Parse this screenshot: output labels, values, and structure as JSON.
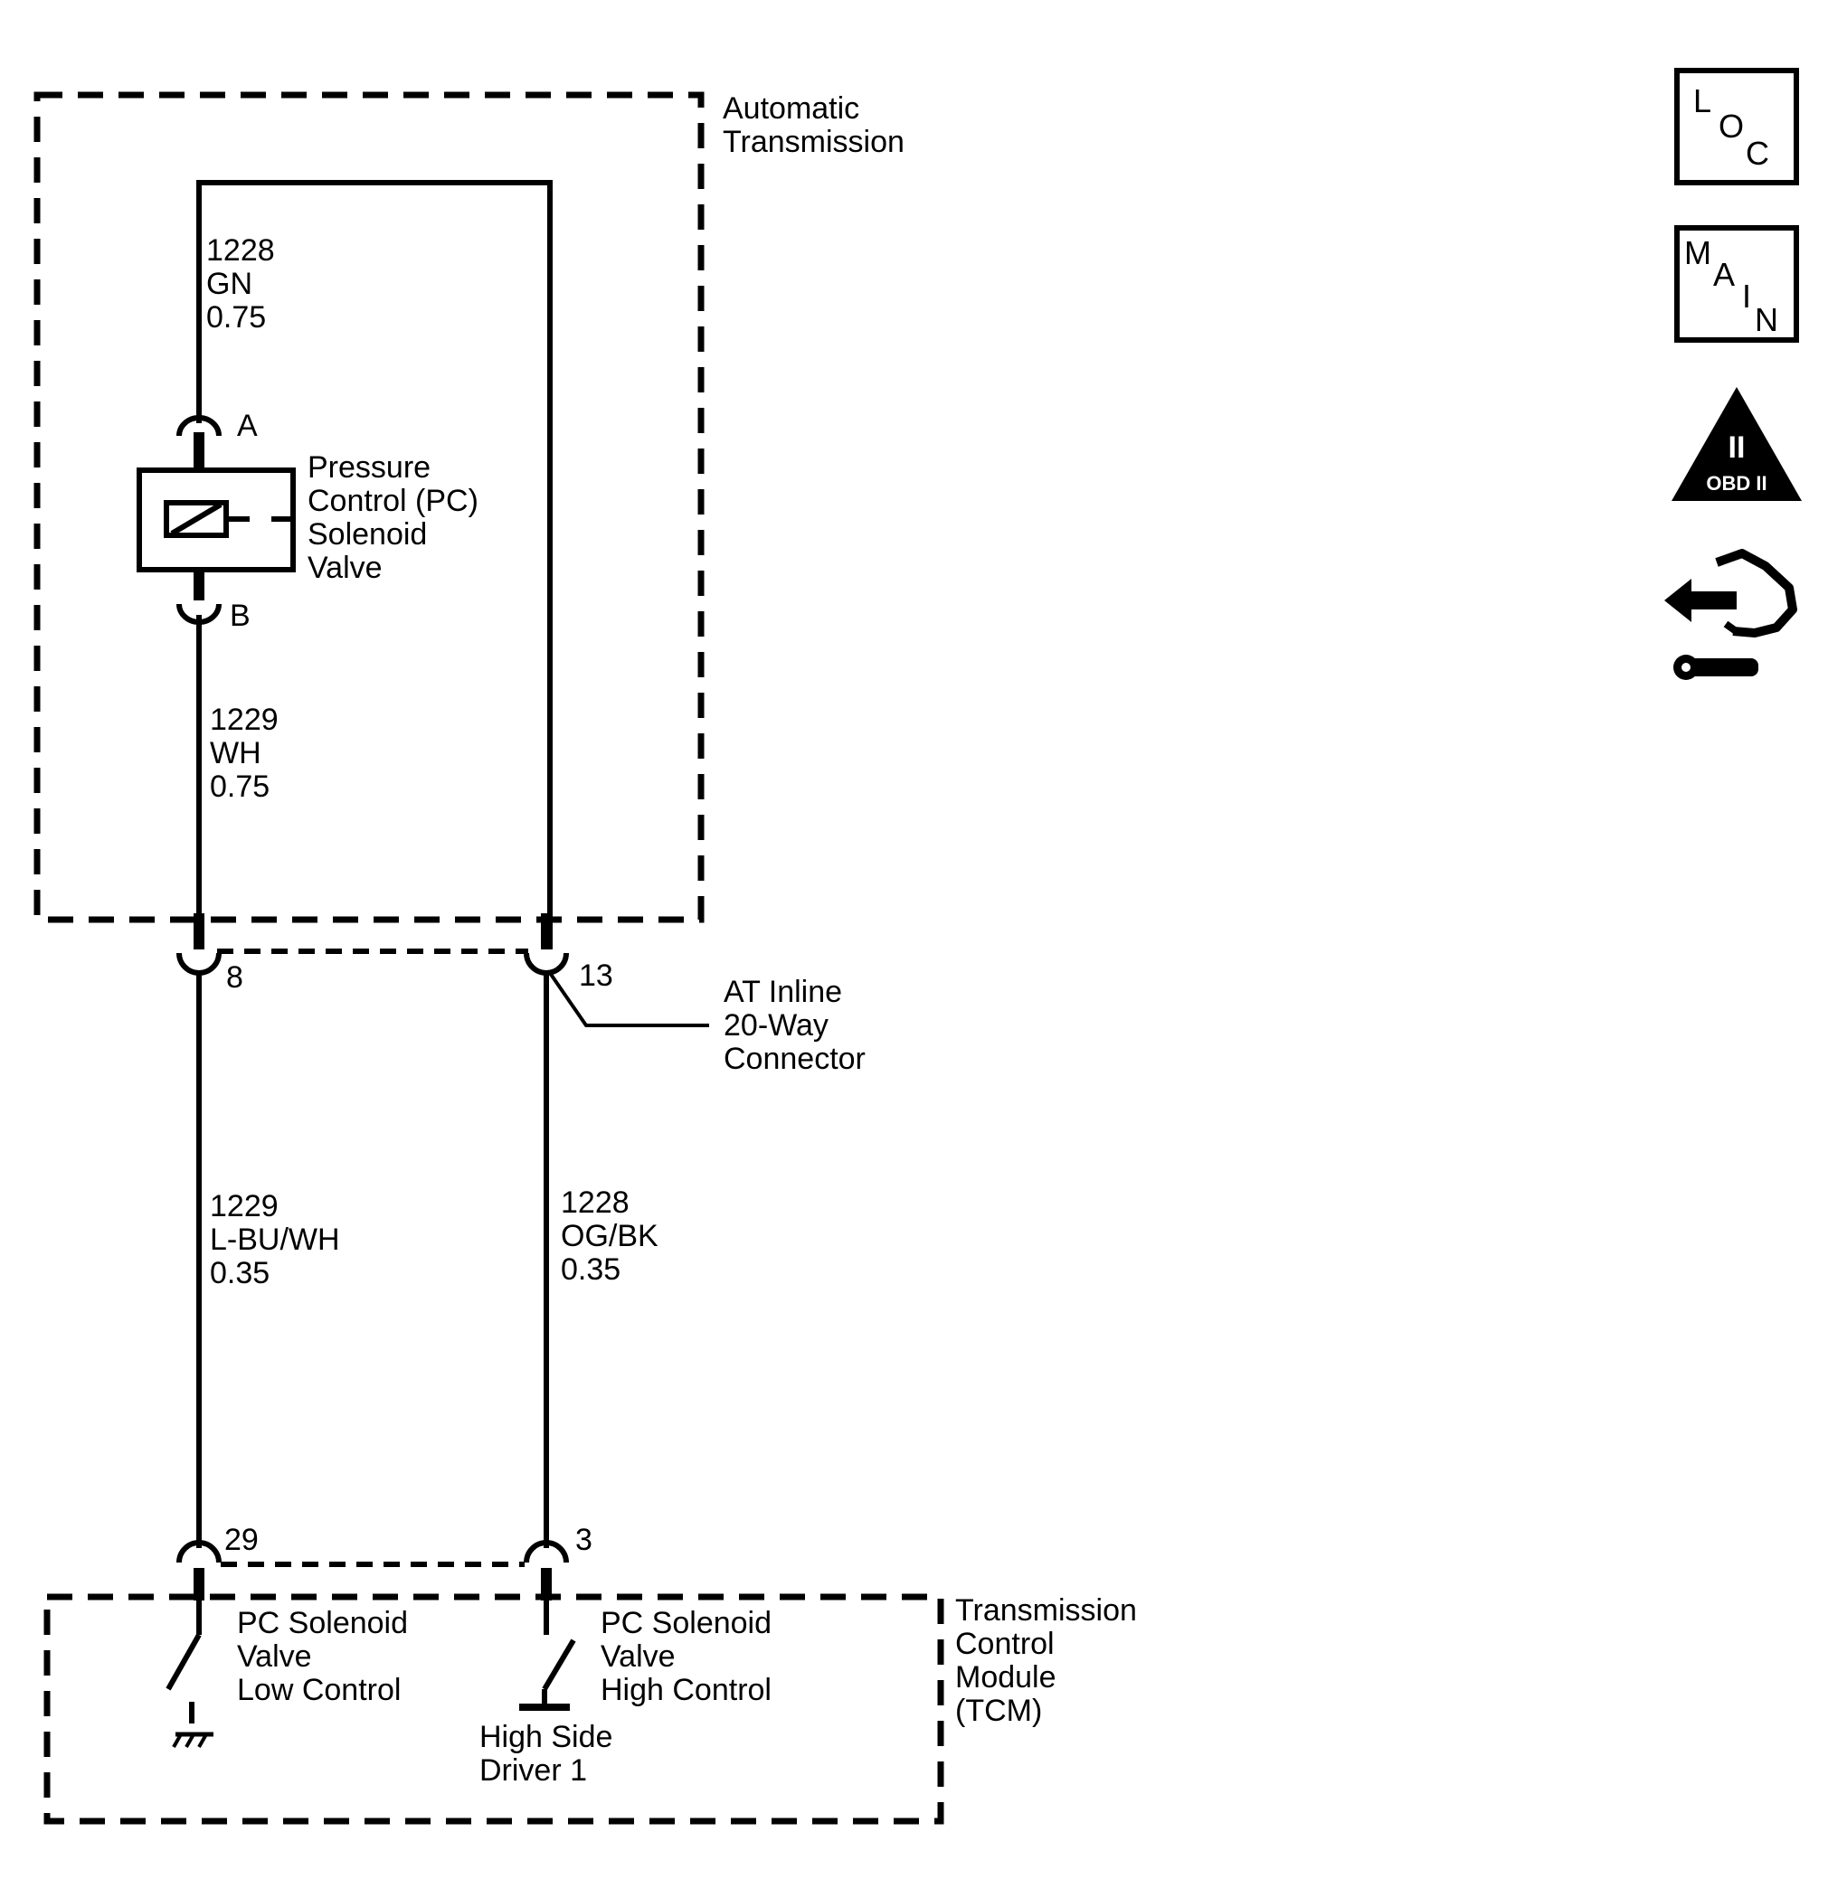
{
  "components": {
    "transmission": {
      "line1": "Automatic",
      "line2": "Transmission"
    },
    "solenoid": {
      "line1": "Pressure",
      "line2": "Control (PC)",
      "line3": "Solenoid",
      "line4": "Valve",
      "pin_a": "A",
      "pin_b": "B"
    },
    "inline_connector": {
      "line1": "AT Inline",
      "line2": "20-Way",
      "line3": "Connector",
      "pin_left": "8",
      "pin_right": "13"
    },
    "tcm": {
      "line1": "Transmission",
      "line2": "Control",
      "line3": "Module",
      "line4": "(TCM)",
      "pin_left": "29",
      "pin_right": "3"
    },
    "low_control": {
      "line1": "PC Solenoid",
      "line2": "Valve",
      "line3": "Low Control"
    },
    "high_control": {
      "line1": "PC Solenoid",
      "line2": "Valve",
      "line3": "High Control"
    },
    "high_side_driver": {
      "line1": "High Side",
      "line2": "Driver 1"
    }
  },
  "wires": {
    "w1228_upper": {
      "circuit": "1228",
      "color": "GN",
      "size": "0.75"
    },
    "w1229_upper": {
      "circuit": "1229",
      "color": "WH",
      "size": "0.75"
    },
    "w1229_lower": {
      "circuit": "1229",
      "color": "L-BU/WH",
      "size": "0.35"
    },
    "w1228_lower": {
      "circuit": "1228",
      "color": "OG/BK",
      "size": "0.35"
    }
  },
  "icons": {
    "loc": {
      "c1": "L",
      "c2": "O",
      "c3": "C"
    },
    "main": {
      "c1": "M",
      "c2": "A",
      "c3": "I",
      "c4": "N"
    },
    "obd": {
      "numeral": "II",
      "label": "OBD II"
    }
  }
}
